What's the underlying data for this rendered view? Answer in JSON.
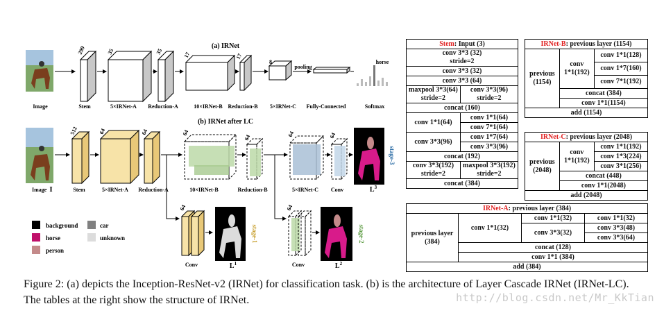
{
  "top": {
    "title": "(a) IRNet",
    "labels": [
      "Image",
      "Stem",
      "5×IRNet-A",
      "Reduction-A",
      "10×IRNet-B",
      "Reduction-B",
      "5×IRNet-C",
      "Fully-Connected",
      "Softmax"
    ],
    "dims": [
      "299",
      "35",
      "35",
      "17",
      "17",
      "8"
    ],
    "pooling": "pooling",
    "horse": "horse"
  },
  "bottom": {
    "title": "(b) IRNet after LC",
    "labels": [
      "Image",
      "Stem",
      "5×IRNet-A",
      "Reduction-A",
      "10×IRNet-B",
      "Reduction-B",
      "5×IRNet-C",
      "Conv",
      "Conv",
      "Conv"
    ],
    "image_sym": "I",
    "dims": [
      "512",
      "64",
      "64",
      "64",
      "64",
      "64",
      "64",
      "64",
      "64"
    ],
    "outputs": [
      "L",
      "L",
      "L"
    ],
    "sups": [
      "3",
      "1",
      "2"
    ],
    "stages": [
      "stage-3",
      "stage-1",
      "stage-2"
    ]
  },
  "legend": [
    {
      "label": "background",
      "color": "#000000"
    },
    {
      "label": "car",
      "color": "#808080"
    },
    {
      "label": "horse",
      "color": "#c0106a"
    },
    {
      "label": "unknown",
      "color": "#dcdcdc"
    },
    {
      "label": "person",
      "color": "#c48a8a"
    }
  ],
  "caption": {
    "line1": "Figure 2: (a) depicts the Inception-ResNet-v2 (IRNet) for classification task. (b) is the architecture of Layer Cascade IRNet (IRNet-LC).",
    "line2": "The tables at the right show the structure of IRNet."
  },
  "watermark": "http://blog.csdn.net/Mr_KkTian",
  "stem_table": {
    "title_red": "Stem",
    "title_rest": ": Input (3)",
    "r1a": "conv 3*3 (32)",
    "r1b": "stride=2",
    "r2": "conv 3*3 (32)",
    "r3": "conv 3*3 (64)",
    "r4a1": "maxpool 3*3(64)",
    "r4a2": "stride=2",
    "r4b1": "conv 3*3(96)",
    "r4b2": "stride=2",
    "r5": "concat (160)",
    "r6": "conv 1*1(64)",
    "r6b": "conv 1*1(64)",
    "r6c": "conv 7*1(64)",
    "r7": "conv 3*3(96)",
    "r7b": "conv 1*7(64)",
    "r7c": "conv 3*3(96)",
    "r8": "concat (192)",
    "r9a1": "conv 3*3(192)",
    "r9a2": "stride=2",
    "r9b1": "maxpool 3*3(192)",
    "r9b2": "stride=2",
    "r10": "concat (384)"
  },
  "irnet_b": {
    "title_red": "IRNet-B",
    "title_rest": ": previous layer (1154)",
    "prev1": "previous",
    "prev2": "(1154)",
    "conv1": "conv",
    "conv2": "1*1(192)",
    "c1": "conv 1*1(128)",
    "c2": "conv 1*7(160)",
    "c3": "conv 7*1(192)",
    "concat": "concat (384)",
    "conv_final": "conv 1*1(1154)",
    "add": "add (1154)"
  },
  "irnet_c": {
    "title_red": "IRNet-C",
    "title_rest": ": previous layer (2048)",
    "prev1": "previous",
    "prev2": "(2048)",
    "conv1": "conv",
    "conv2": "1*1(192)",
    "c1": "conv 1*1(192)",
    "c2": "conv 1*3(224)",
    "c3": "conv 3*1(256)",
    "concat": "concat (448)",
    "conv_final": "conv 1*1(2048)",
    "add": "add (2048)"
  },
  "irnet_a": {
    "title_red": "IRNet-A",
    "title_rest": ": previous layer (384)",
    "prev1": "previous layer",
    "prev2": "(384)",
    "b1": "conv 1*1(32)",
    "b2a": "conv 1*1(32)",
    "b2b": "conv 3*3(32)",
    "b3a": "conv 1*1(32)",
    "b3b": "conv 3*3(48)",
    "b3c": "conv 3*3(64)",
    "concat": "concat (128)",
    "conv_final": "conv 1*1 (384)",
    "add": "add (384)"
  }
}
